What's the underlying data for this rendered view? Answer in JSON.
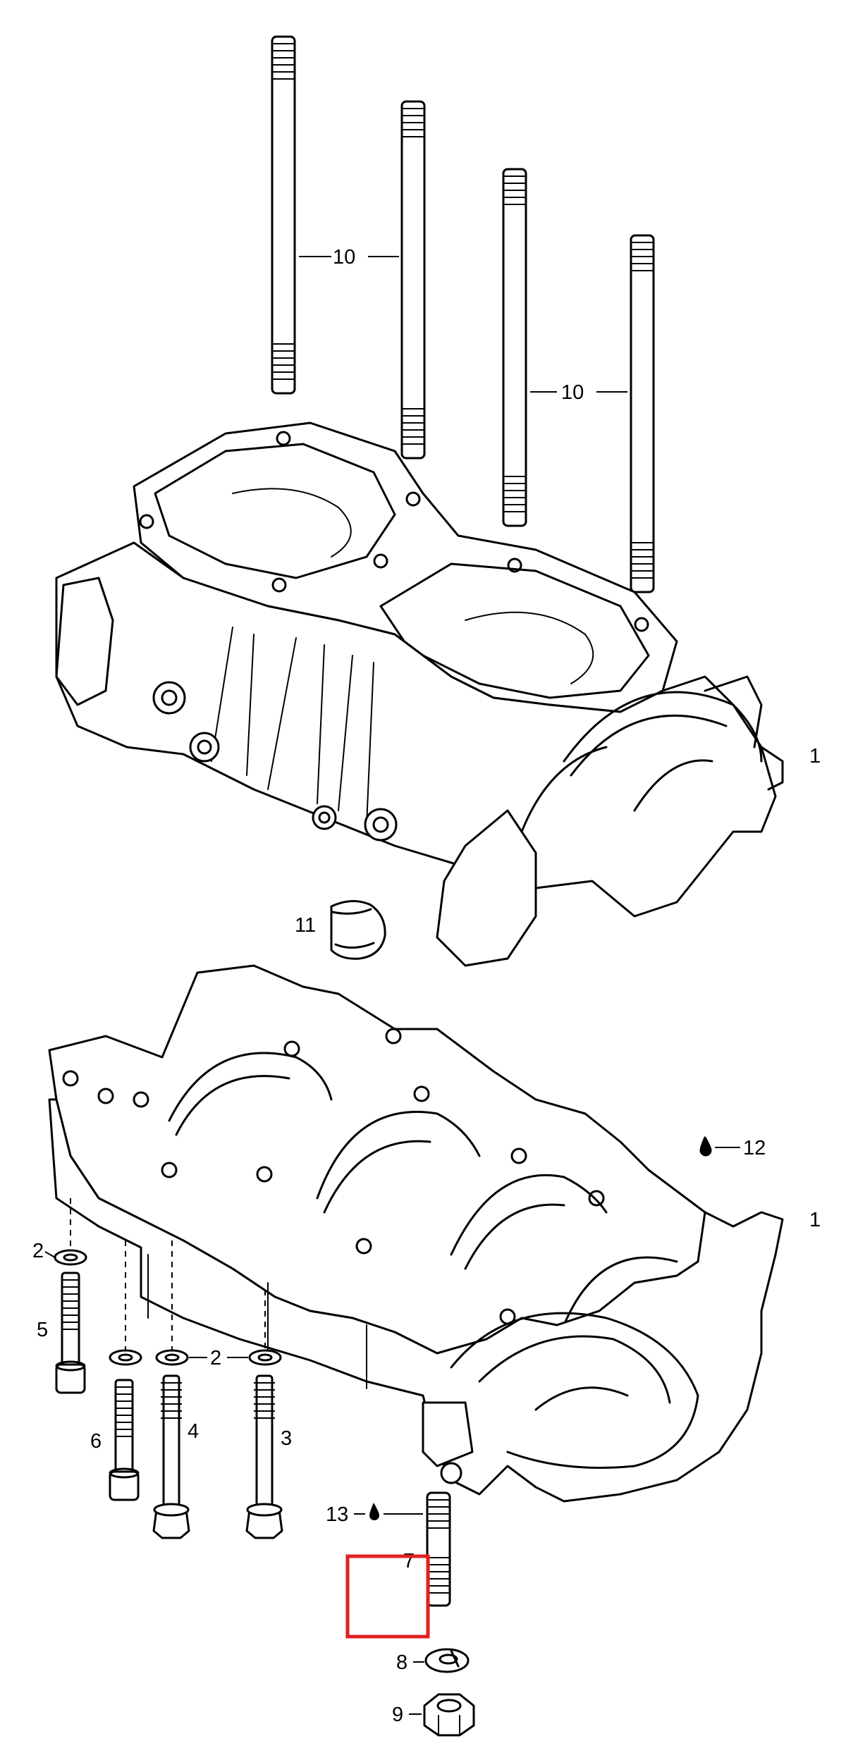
{
  "diagram": {
    "callouts": {
      "c1_top": "1",
      "c1_bottom": "1",
      "c2_left": "2",
      "c2_mid": "2",
      "c3": "3",
      "c4": "4",
      "c5": "5",
      "c6": "6",
      "c7": "7",
      "c8": "8",
      "c9": "9",
      "c10_left": "10",
      "c10_right": "10",
      "c11": "11",
      "c12": "12",
      "c13": "13"
    },
    "icons": {
      "sealant_drop_12": "drop-icon",
      "sealant_drop_13": "drop-icon"
    },
    "colors": {
      "line_art": "#000000",
      "highlight_box": "#e02020"
    }
  }
}
